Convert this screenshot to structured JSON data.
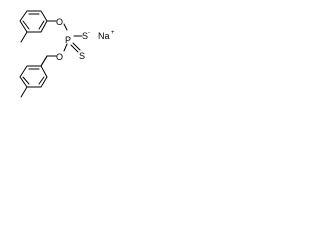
{
  "diagram": {
    "atoms": {
      "o_top": "O",
      "o_bottom": "O",
      "p": "P",
      "s_top": "S",
      "s_right": "S",
      "sodium": "Na"
    },
    "charges": {
      "s_top": "-",
      "sodium": "+"
    },
    "colors": {
      "ink": "#000000",
      "background": "#ffffff"
    }
  }
}
